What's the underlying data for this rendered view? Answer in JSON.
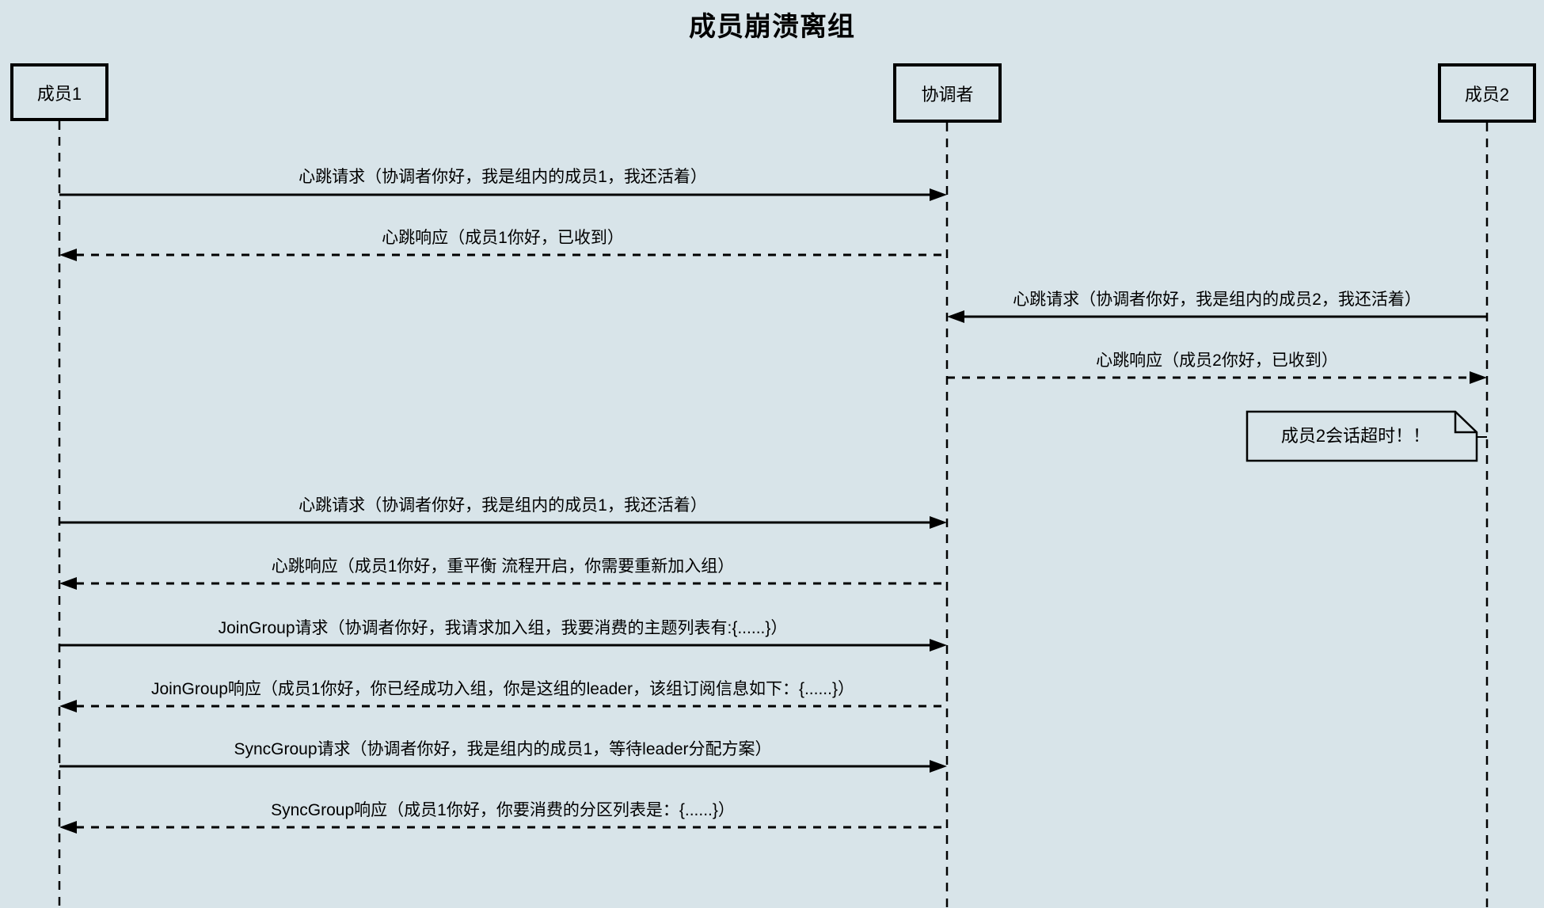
{
  "title": "成员崩溃离组",
  "actors": [
    {
      "id": "member1",
      "label": "成员1"
    },
    {
      "id": "coordinator",
      "label": "协调者"
    },
    {
      "id": "member2",
      "label": "成员2"
    }
  ],
  "messages": [
    {
      "label": "心跳请求（协调者你好，我是组内的成员1，我还活着）",
      "from": "成员1",
      "to": "协调者",
      "line": "solid"
    },
    {
      "label": "心跳响应（成员1你好，已收到）",
      "from": "协调者",
      "to": "成员1",
      "line": "dashed"
    },
    {
      "label": "心跳请求（协调者你好，我是组内的成员2，我还活着）",
      "from": "成员2",
      "to": "协调者",
      "line": "solid"
    },
    {
      "label": "心跳响应（成员2你好，已收到）",
      "from": "协调者",
      "to": "成员2",
      "line": "dashed"
    },
    {
      "label": "心跳请求（协调者你好，我是组内的成员1，我还活着）",
      "from": "成员1",
      "to": "协调者",
      "line": "solid"
    },
    {
      "label": "心跳响应（成员1你好，重平衡 流程开启，你需要重新加入组）",
      "from": "协调者",
      "to": "成员1",
      "line": "dashed"
    },
    {
      "label": "JoinGroup请求（协调者你好，我请求加入组，我要消费的主题列表有:{......}）",
      "from": "成员1",
      "to": "协调者",
      "line": "solid"
    },
    {
      "label": "JoinGroup响应（成员1你好，你已经成功入组，你是这组的leader，该组订阅信息如下：{......}）",
      "from": "协调者",
      "to": "成员1",
      "line": "dashed"
    },
    {
      "label": "SyncGroup请求（协调者你好，我是组内的成员1，等待leader分配方案）",
      "from": "成员1",
      "to": "协调者",
      "line": "solid"
    },
    {
      "label": "SyncGroup响应（成员1你好，你要消费的分区列表是：{......}）",
      "from": "协调者",
      "to": "成员1",
      "line": "dashed"
    }
  ],
  "note": {
    "text": "成员2会话超时！！",
    "attached_to": "成员2"
  },
  "colors": {
    "background": "#d8e4e9",
    "line": "#000000",
    "text": "#000000"
  }
}
